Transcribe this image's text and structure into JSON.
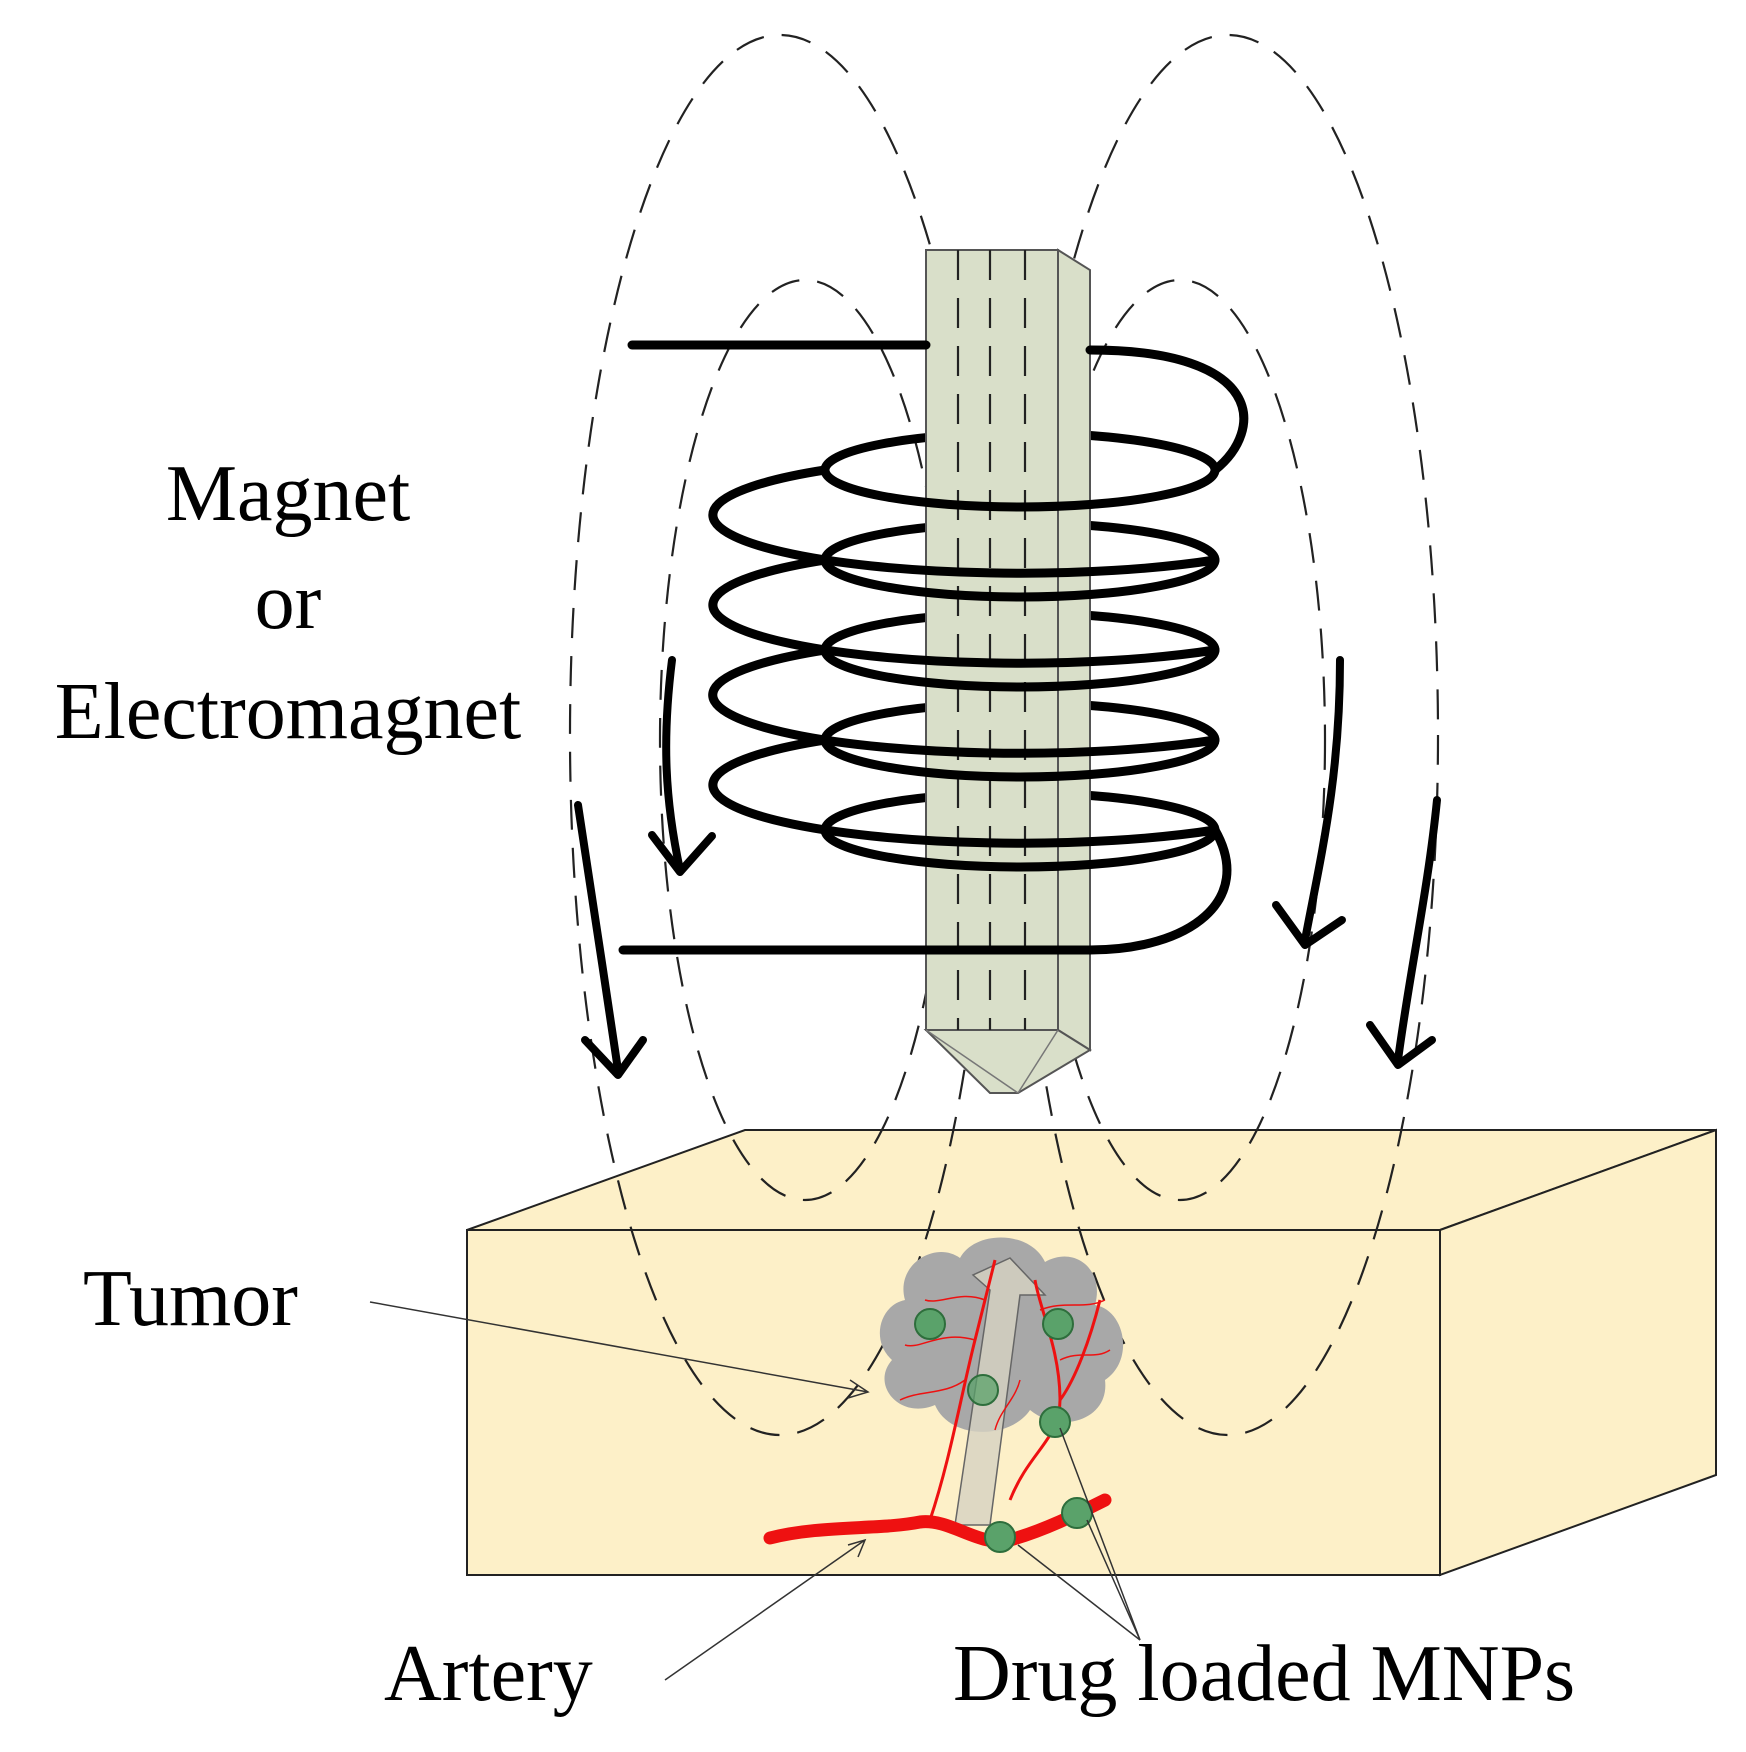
{
  "labels": {
    "magnet_line1": "Magnet",
    "magnet_line2": "or",
    "magnet_line3": "Electromagnet",
    "tumor": "Tumor",
    "artery": "Artery",
    "mnps": "Drug loaded MNPs"
  },
  "colors": {
    "core": "#d9dfc9",
    "tissue": "#fdf0c8",
    "tumor": "#a8a8a8",
    "artery": "#ee1111",
    "mnp": "#5aa26a"
  }
}
